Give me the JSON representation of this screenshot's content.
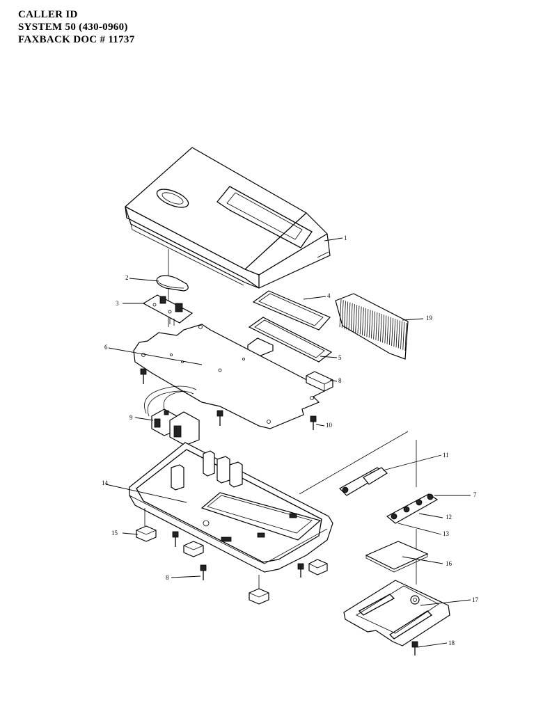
{
  "header": {
    "line1": "CALLER ID",
    "line2": "SYSTEM 50  (430-0960)",
    "line3": "FAXBACK DOC # 11737"
  },
  "callouts": {
    "c1": "1",
    "c2": "2",
    "c3": "3",
    "c4": "4",
    "c5": "5",
    "c6": "6",
    "c7": "7",
    "c8a": "8",
    "c8b": "8",
    "c9": "9",
    "c10": "10",
    "c11": "11",
    "c12": "12",
    "c13": "13",
    "c14": "14",
    "c15": "15",
    "c16": "16",
    "c17": "17",
    "c18": "18",
    "c19": "19"
  }
}
